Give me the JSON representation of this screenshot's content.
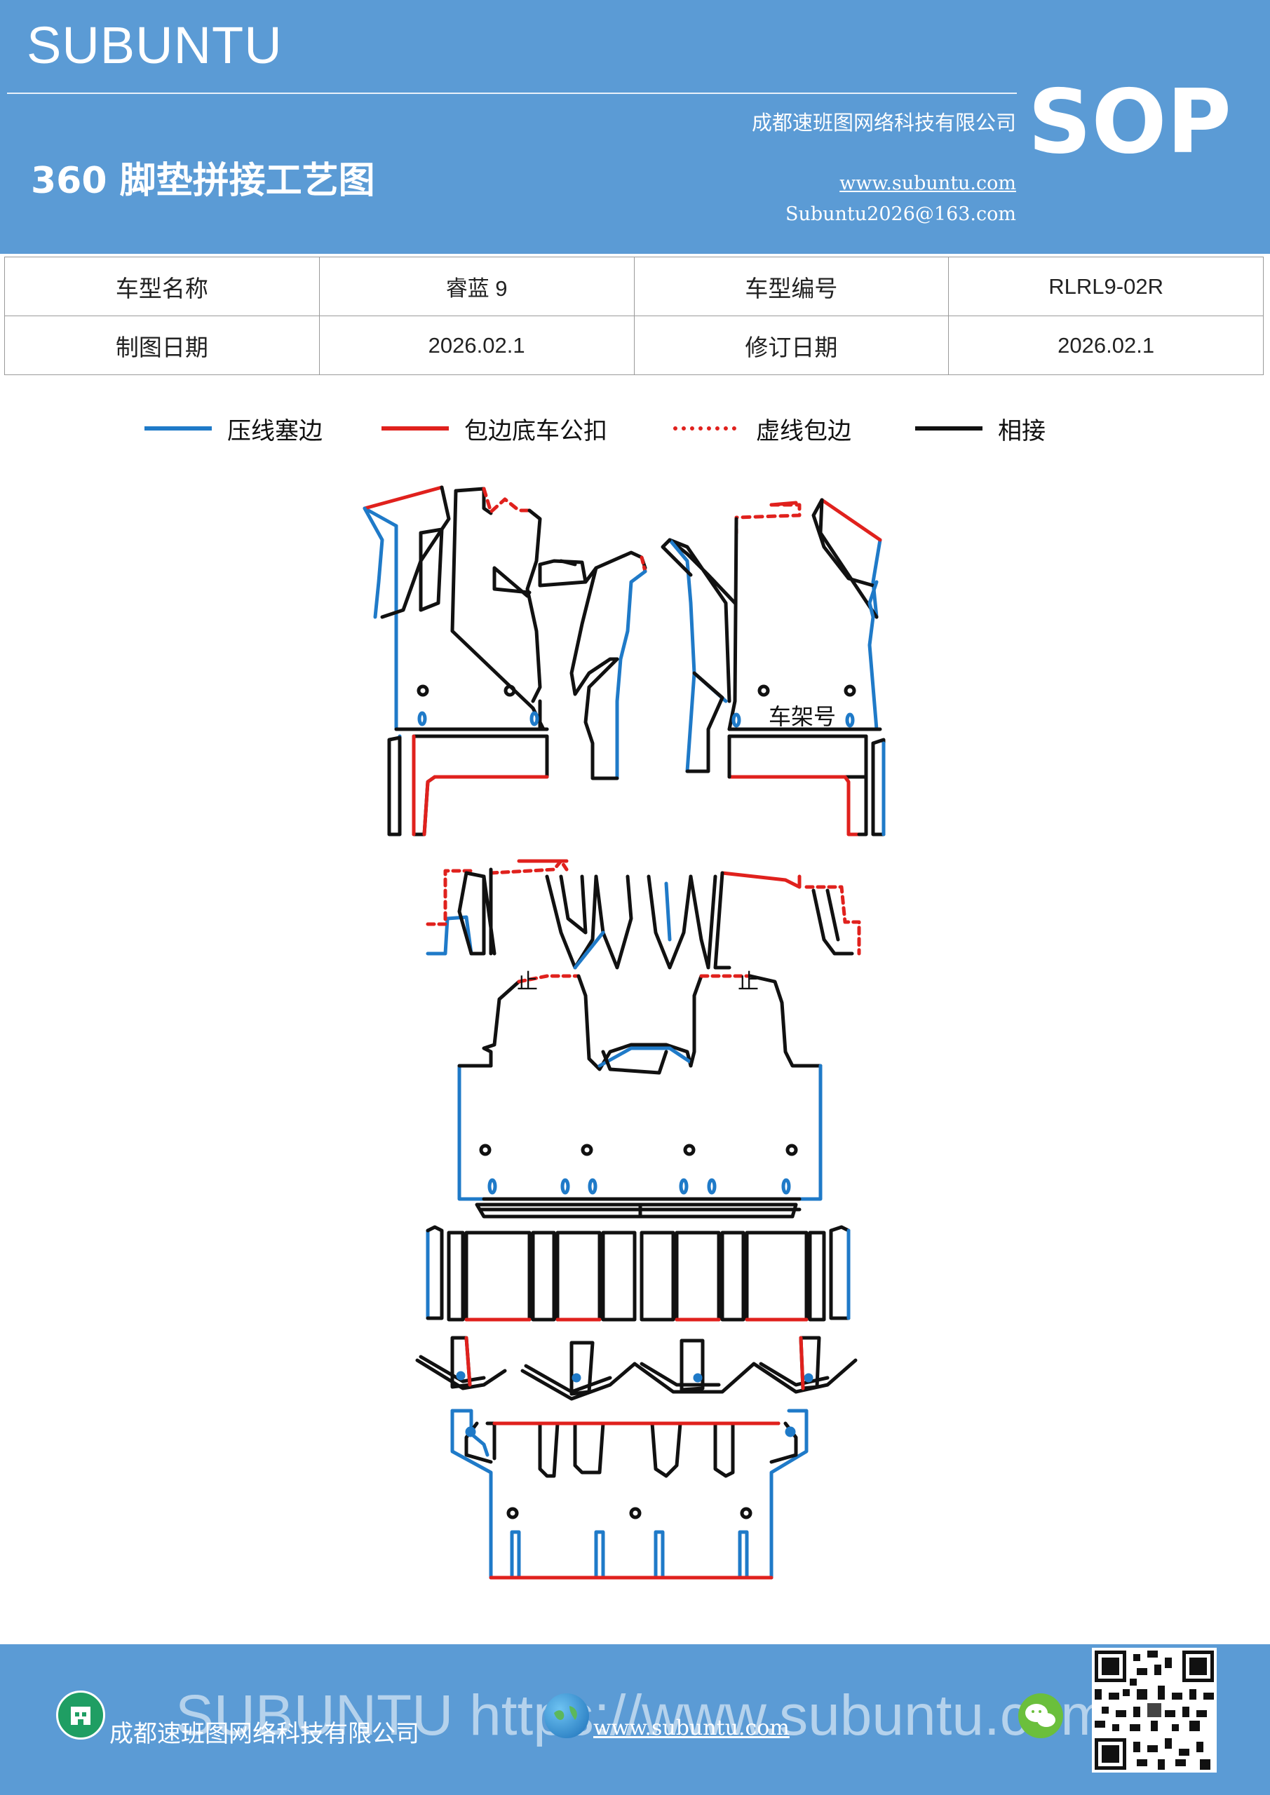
{
  "header": {
    "brand": "SUBUNTU",
    "title": "360 脚垫拼接工艺图",
    "company": "成都速班图网络科技有限公司",
    "website": "www.subuntu.com",
    "email": "Subuntu2026@163.com",
    "badge": "SOP"
  },
  "info": {
    "model_name_label": "车型名称",
    "model_name": "睿蓝 9",
    "model_code_label": "车型编号",
    "model_code": "RLRL9-02R",
    "draw_date_label": "制图日期",
    "draw_date": "2026.02.1",
    "revise_date_label": "修订日期",
    "revise_date": "2026.02.1"
  },
  "legend": [
    {
      "label": "压线塞边",
      "color": "#1f7ac8",
      "style": "solid"
    },
    {
      "label": "包边底车公扣",
      "color": "#e0211d",
      "style": "solid"
    },
    {
      "label": "虚线包边",
      "color": "#e0211d",
      "style": "dotted"
    },
    {
      "label": "相接",
      "color": "#111111",
      "style": "solid"
    }
  ],
  "drawing": {
    "frame_label": "车架号",
    "stop_mark": "止"
  },
  "footer": {
    "company": "成都速班图网络科技有限公司",
    "website": "www.subuntu.com",
    "watermark": "SUBUNTU https://www.subuntu.com",
    "icons": [
      "company-icon",
      "globe-icon",
      "wechat-icon",
      "qr-code"
    ]
  },
  "colors": {
    "header_bg": "#5b9bd5",
    "blue": "#1f7ac8",
    "red": "#e0211d",
    "black": "#111111"
  }
}
